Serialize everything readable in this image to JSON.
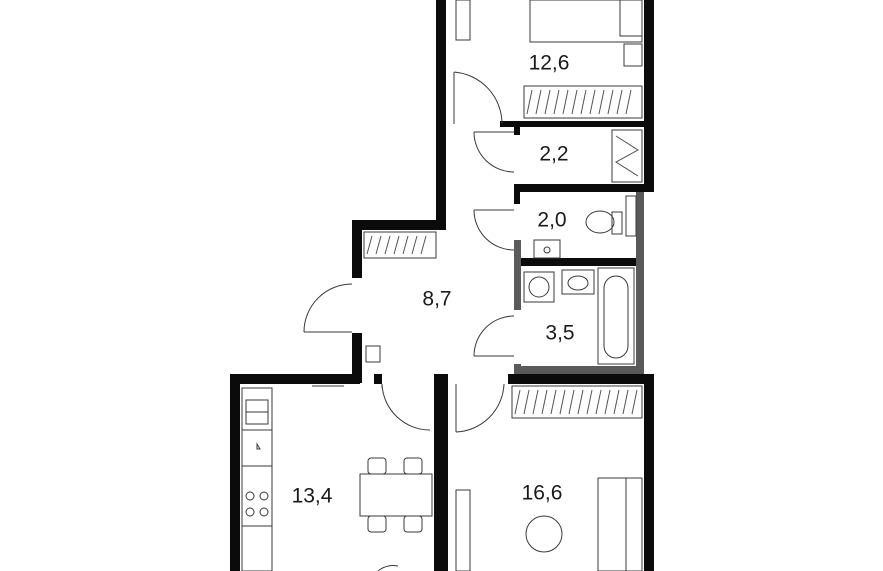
{
  "plan": {
    "rooms": [
      {
        "id": "bedroom",
        "area": "12,6"
      },
      {
        "id": "storage",
        "area": "2,2"
      },
      {
        "id": "toilet",
        "area": "2,0"
      },
      {
        "id": "hall",
        "area": "8,7"
      },
      {
        "id": "bathroom",
        "area": "3,5"
      },
      {
        "id": "kitchen",
        "area": "13,4"
      },
      {
        "id": "living-room",
        "area": "16,6"
      }
    ],
    "colors": {
      "wall": "#0b0b0b",
      "wet-wall": "#5a5a5a",
      "line": "#3a3a3a",
      "background": "#ffffff"
    }
  }
}
